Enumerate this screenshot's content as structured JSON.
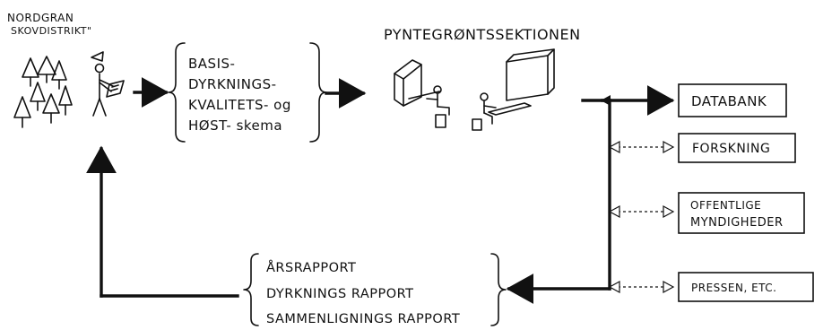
{
  "source": {
    "line1": "NORDGRAN",
    "line2": "SKOVDISTRIKT\""
  },
  "schema": {
    "line1": "BASIS-",
    "line2": "DYRKNINGS-",
    "line3": "KVALITETS- og",
    "line4": "HØST- skema"
  },
  "section_title": "PYNTEGRØNTSSEKTIONEN",
  "outputs": [
    {
      "label": "DATABANK"
    },
    {
      "label": "FORSKNING"
    },
    {
      "label_line1": "OFFENTLIGE",
      "label_line2": "MYNDIGHEDER"
    },
    {
      "label": "PRESSEN, ETC."
    }
  ],
  "reports": [
    "ÅRSRAPPORT",
    "DYRKNINGS RAPPORT",
    "SAMMENLIGNINGS RAPPORT"
  ]
}
